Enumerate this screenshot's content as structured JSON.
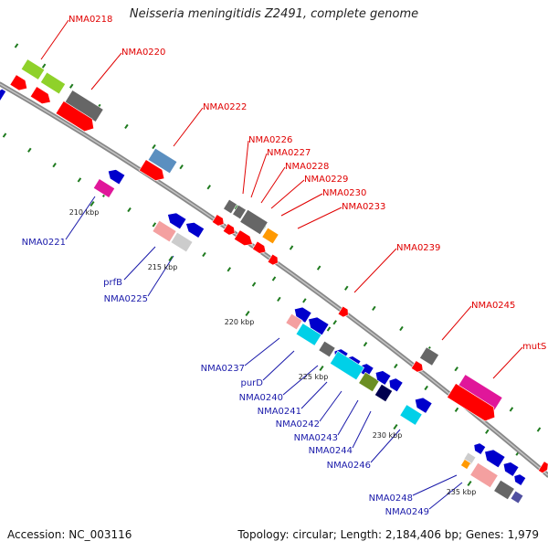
{
  "title": "Neisseria meningitidis Z2491, complete genome",
  "accession": "Accession: NC_003116",
  "summary": "Topology: circular; Length: 2,184,406 bp; Genes: 1,979",
  "colors": {
    "forward_label": "#e00000",
    "reverse_label": "#1a1aaa",
    "backbone": "#8a8a8a",
    "tick": "#1e7a1e"
  },
  "ticks": [
    "210 kbp",
    "215 kbp",
    "220 kbp",
    "225 kbp",
    "230 kbp",
    "235 kbp"
  ],
  "forward_genes": [
    "NMA0218",
    "NMA0220",
    "NMA0222",
    "NMA0226",
    "NMA0227",
    "NMA0228",
    "NMA0229",
    "NMA0230",
    "NMA0233",
    "NMA0239",
    "NMA0245",
    "mutS"
  ],
  "reverse_genes": [
    "NMA0221",
    "prfB",
    "NMA0225",
    "NMA0237",
    "purD",
    "NMA0240",
    "NMA0241",
    "NMA0242",
    "NMA0243",
    "NMA0244",
    "NMA0246",
    "NMA0248",
    "NMA0249"
  ]
}
